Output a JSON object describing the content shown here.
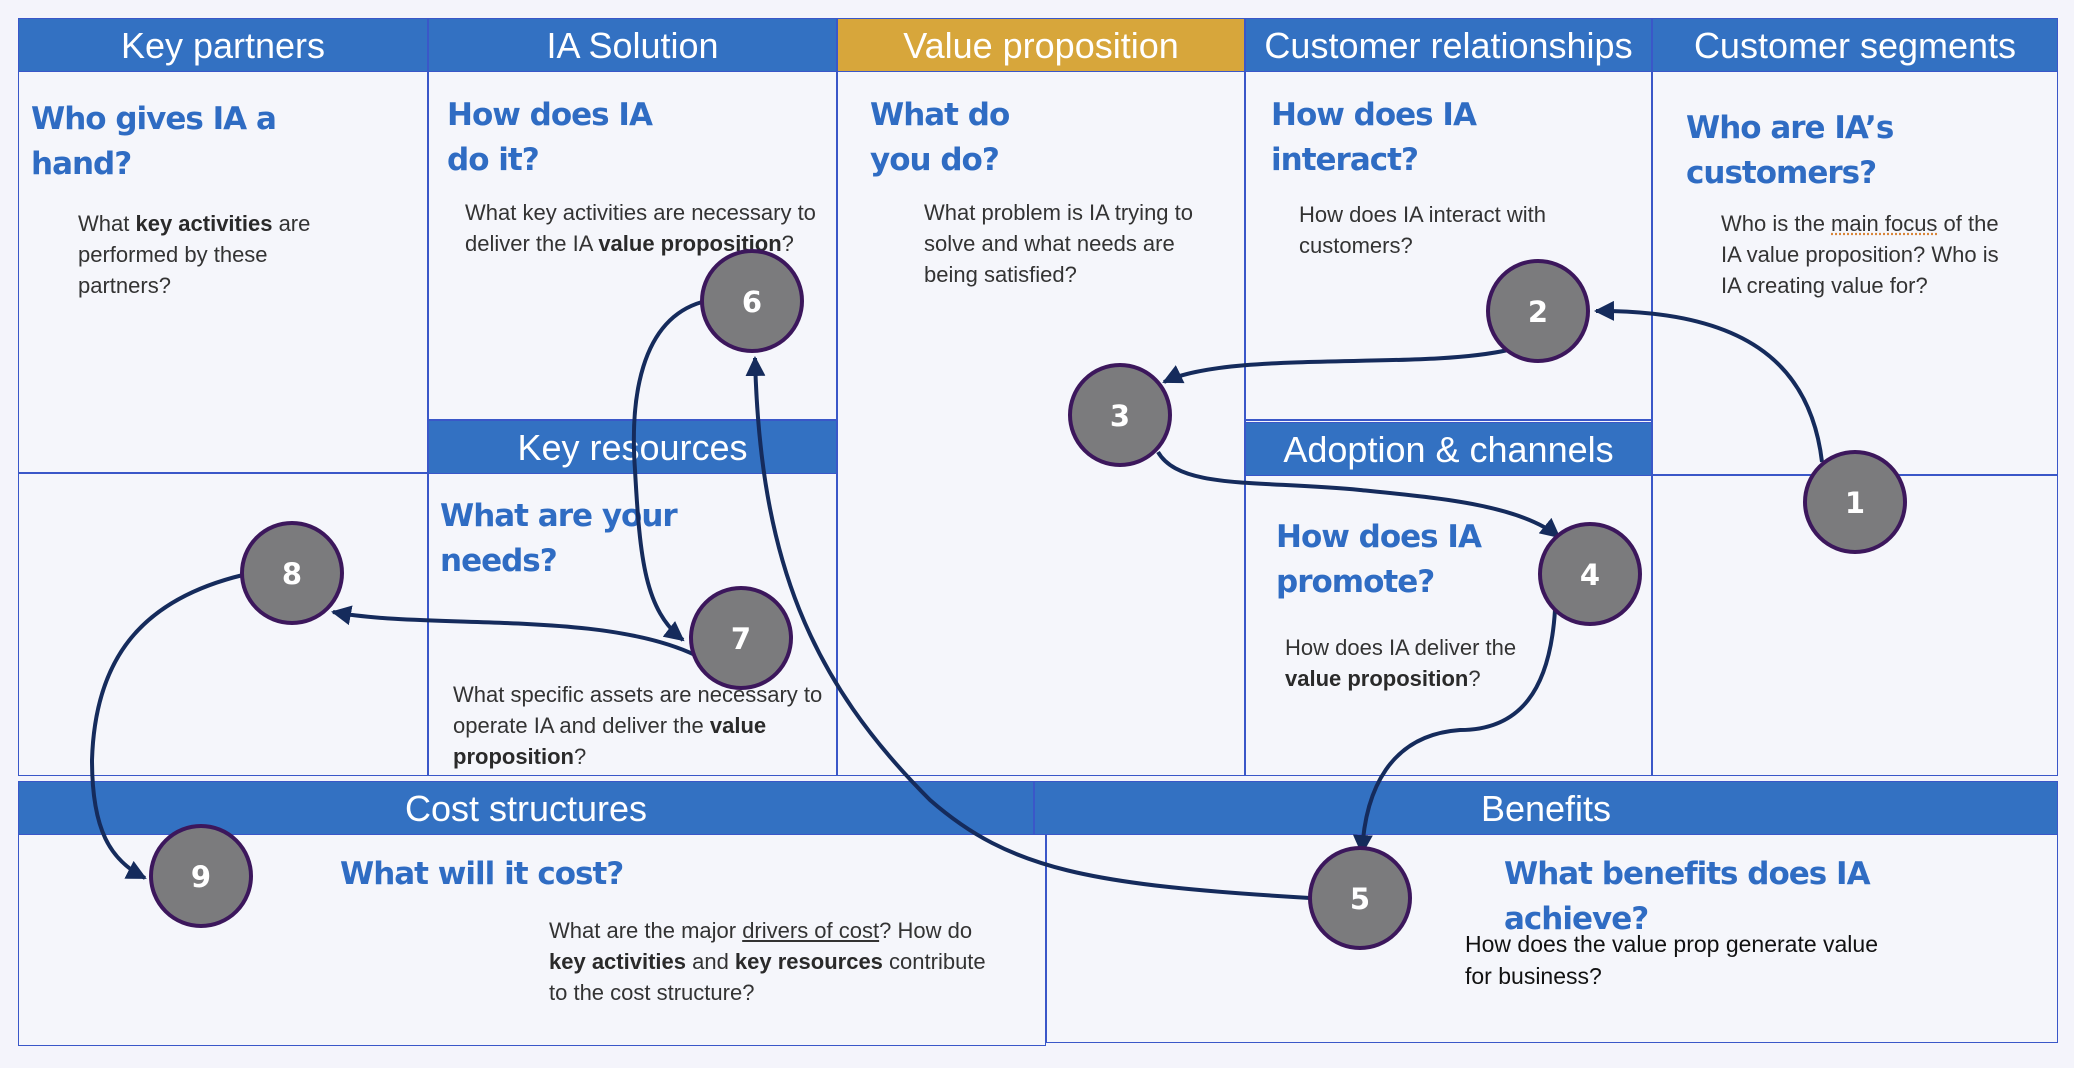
{
  "colors": {
    "header_blue": "#3371c2",
    "header_gold": "#d7a63b",
    "question_blue": "#2f6cc3",
    "border": "#3a57c8",
    "node_fill": "#7b7b7d",
    "node_stroke": "#3c175c",
    "arrow": "#152b5c"
  },
  "key_partners": {
    "header": "Key partners",
    "question": "Who gives IA a hand?",
    "desc": {
      "pre": "What ",
      "bold": "key activities",
      "post": " are performed by these partners?"
    }
  },
  "ia_solution": {
    "header": "IA Solution",
    "question": "How does IA do it?",
    "desc": {
      "pre": "What key activities are necessary to deliver the IA ",
      "bold": "value proposition",
      "post": "?"
    }
  },
  "key_resources": {
    "header": "Key resources",
    "question": "What are your needs?",
    "desc": {
      "pre": "What specific assets are necessary to operate IA and deliver the ",
      "bold": "value proposition",
      "post": "?"
    }
  },
  "value_proposition": {
    "header": "Value proposition",
    "question": "What do you do?",
    "desc": "What problem is IA trying to solve and what needs are being satisfied?"
  },
  "customer_relationships": {
    "header": "Customer relationships",
    "question": "How does IA interact?",
    "desc": "How does IA interact with customers?"
  },
  "adoption_channels": {
    "header": "Adoption & channels",
    "question": "How does IA promote?",
    "desc": {
      "pre": "How does IA deliver the ",
      "bold": "value proposition",
      "post": "?"
    }
  },
  "customer_segments": {
    "header": "Customer segments",
    "question": "Who are IA’s customers?",
    "desc": {
      "pre": "Who is the ",
      "underline": "main focus",
      "post": " of the IA value proposition? Who is IA creating value for?"
    }
  },
  "cost_structures": {
    "header": "Cost structures",
    "question": "What will it cost?",
    "desc": {
      "pre": "What are the major ",
      "underline": "drivers of cost",
      "mid": "? How do ",
      "bold1": "key activities",
      "and": " and ",
      "bold2": "key resources",
      "post": " contribute to the cost structure?"
    }
  },
  "benefits": {
    "header": "Benefits",
    "question": "What benefits does IA achieve?",
    "desc": "How does the value prop generate value for business?"
  },
  "flow_nodes": [
    "1",
    "2",
    "3",
    "4",
    "5",
    "6",
    "7",
    "8",
    "9"
  ]
}
